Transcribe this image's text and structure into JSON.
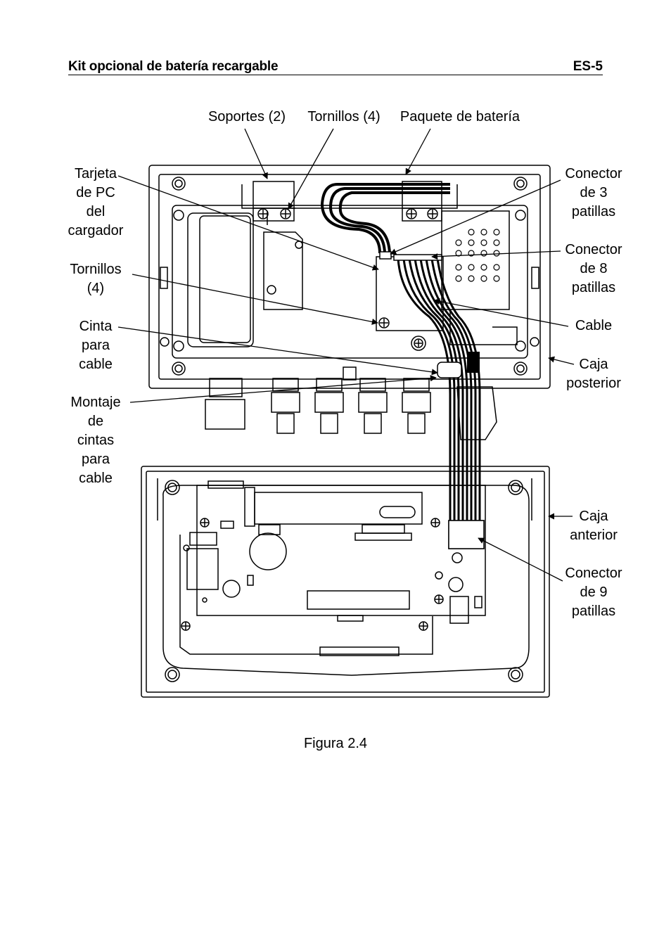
{
  "header": {
    "title": "Kit opcional de batería recargable",
    "page": "ES-5"
  },
  "figure": {
    "labels": {
      "soportes": "Soportes (2)",
      "tornillos_top": "Tornillos (4)",
      "paquete": "Paquete de batería",
      "tarjeta": "Tarjeta\nde PC\ndel\ncargador",
      "tornillos_left": "Tornillos\n(4)",
      "cinta": "Cinta\npara\ncable",
      "montaje": "Montaje\nde\ncintas\npara\ncable",
      "conector3": "Conector\nde 3\npatillas",
      "conector8": "Conector\nde 8\npatillas",
      "cable": "Cable",
      "caja_posterior": "Caja\nposterior",
      "caja_anterior": "Caja\nanterior",
      "conector9": "Conector\nde 9\npatillas"
    },
    "caption": "Figura 2.4"
  }
}
